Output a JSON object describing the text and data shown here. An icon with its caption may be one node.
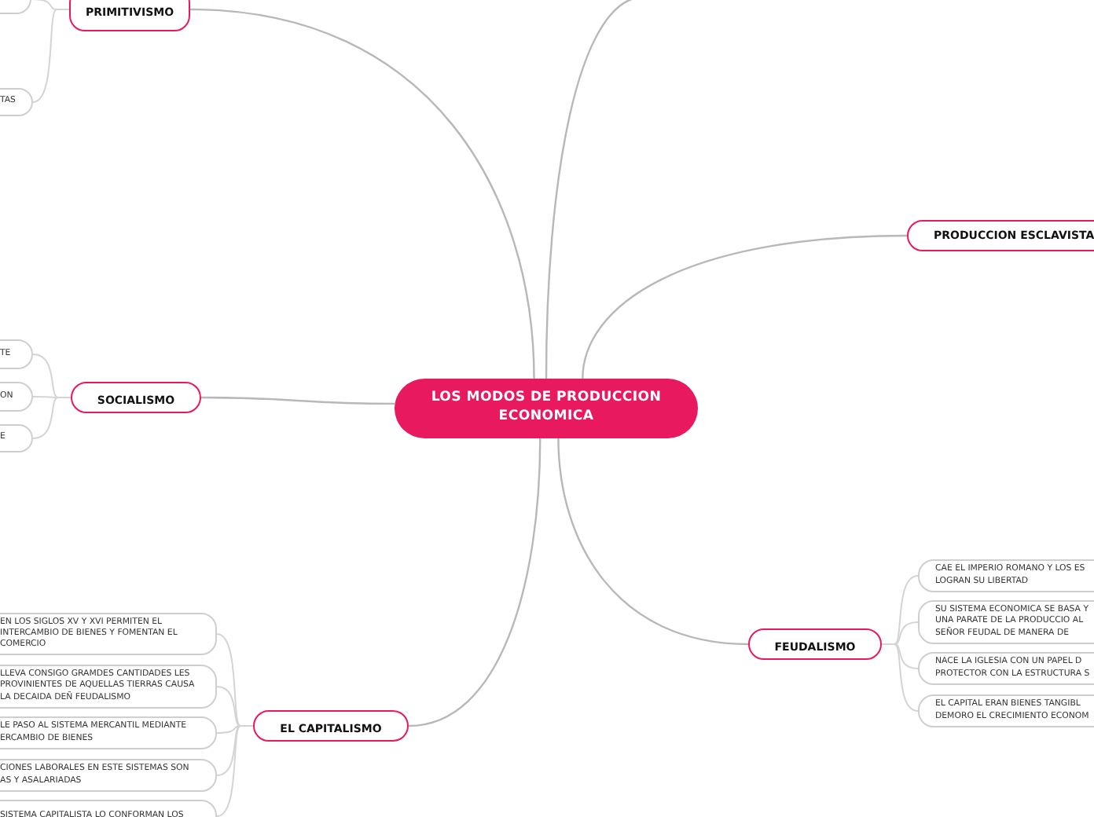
{
  "diagram": {
    "nodes": [
      {
        "text": [
          "LOS MODOS DE PRODUCCION ECONOMICA"
        ]
      },
      {
        "text": [
          "PRIMITIVISMO"
        ]
      },
      {
        "text": [],
        "shape": "box"
      },
      {
        "text": [
          "TAS"
        ]
      },
      {
        "text": [
          "PRODUCCION ESCLAVISTA"
        ]
      },
      {
        "text": [
          "SOCIALISMO"
        ]
      },
      {
        "text": [
          "TE"
        ]
      },
      {
        "text": [
          "ON"
        ]
      },
      {
        "text": [
          "E"
        ]
      },
      {
        "text": [
          "FEUDALISMO"
        ]
      },
      {
        "text": [
          "CAE EL IMPERIO ROMANO Y LOS ES LOGRAN SU LIBERTAD"
        ]
      },
      {
        "text": [
          "SU SISTEMA ECONOMICA SE BASA Y UNA PARATE DE LA PRODUCCIO AL SEÑOR FEUDAL DE MANERA DE"
        ]
      },
      {
        "text": [
          "NACE LA IGLESIA CON UN PAPEL D PROTECTOR CON LA ESTRUCTURA S"
        ]
      },
      {
        "text": [
          "EL CAPITAL ERAN BIENES TANGIBL DEMORO EL CRECIMIENTO ECONOM"
        ]
      },
      {
        "text": [
          "EL CAPITALISMO"
        ]
      },
      {
        "text": [
          "EN LOS SIGLOS XV Y XVI PERMITEN EL INTERCAMBIO DE BIENES Y FOMENTAN EL COMERCIO"
        ]
      },
      {
        "text": [
          "LLEVA CONSIGO GRAMDES CANTIDADES LES PROVINIENTES DE AQUELLAS TIERRAS CAUSA LA DECAIDA DEÑ FEUDALISMO"
        ]
      },
      {
        "text": [
          "LE PASO AL SISTEMA MERCANTIL MEDIANTE ERCAMBIO DE BIENES"
        ]
      },
      {
        "text": [
          "CIONES LABORALES EN ESTE SISTEMAS SON AS Y ASALARIADAS"
        ]
      },
      {
        "text": [
          "SISTEMA CAPITALISTA LO CONFORMAN LOS"
        ]
      }
    ],
    "edges": [
      {
        "from": 0,
        "to": 1,
        "arrow": "none"
      },
      {
        "from": 0,
        "to": null,
        "arrow": "none"
      },
      {
        "from": 0,
        "to": 4,
        "arrow": "none"
      },
      {
        "from": 0,
        "to": 5,
        "arrow": "none"
      },
      {
        "from": 0,
        "to": 9,
        "arrow": "none"
      },
      {
        "from": 0,
        "to": 14,
        "arrow": "none"
      },
      {
        "from": 1,
        "to": 2,
        "arrow": "none"
      },
      {
        "from": 1,
        "to": 3,
        "arrow": "none"
      },
      {
        "from": 5,
        "to": 6,
        "arrow": "none"
      },
      {
        "from": 5,
        "to": 7,
        "arrow": "none"
      },
      {
        "from": 5,
        "to": 8,
        "arrow": "none"
      },
      {
        "from": 9,
        "to": 10,
        "arrow": "none"
      },
      {
        "from": 9,
        "to": 11,
        "arrow": "none"
      },
      {
        "from": 9,
        "to": 12,
        "arrow": "none"
      },
      {
        "from": 9,
        "to": 13,
        "arrow": "none"
      },
      {
        "from": 14,
        "to": 15,
        "arrow": "none"
      },
      {
        "from": 14,
        "to": 16,
        "arrow": "none"
      },
      {
        "from": 14,
        "to": 17,
        "arrow": "none"
      },
      {
        "from": 14,
        "to": 18,
        "arrow": "none"
      },
      {
        "from": 14,
        "to": 19,
        "arrow": "none"
      }
    ]
  }
}
